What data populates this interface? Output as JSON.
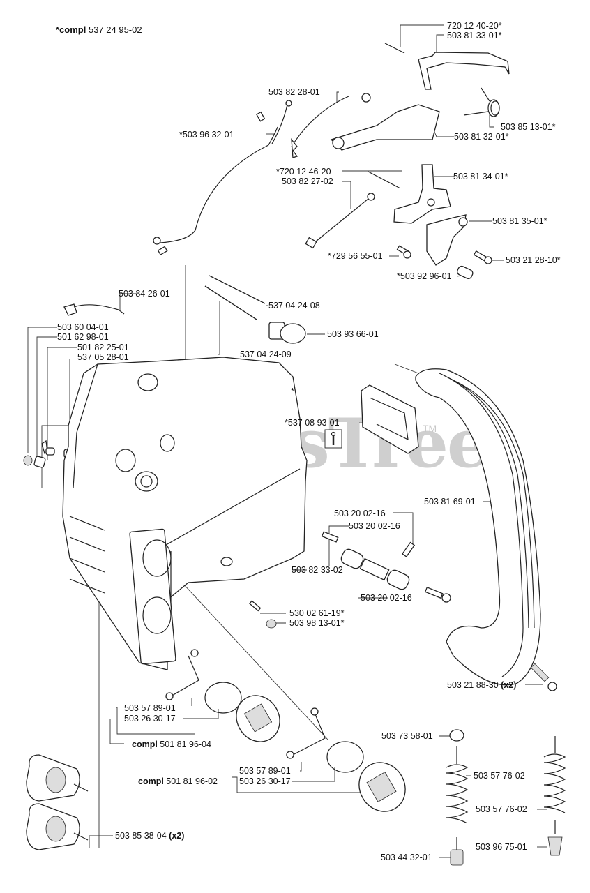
{
  "title": {
    "prefix": "*compl",
    "number": "537 24 95-02"
  },
  "watermark": {
    "text": "PartsTree",
    "trademark": "TM"
  },
  "labels": {
    "p720124020": "720 12 40-20*",
    "p503813301": "503 81 33-01*",
    "p503822801": "503 82 28-01",
    "p503851301": "503 85 13-01*",
    "p503963201": "*503 96 32-01",
    "p503813201": "503 81 32-01*",
    "p720124620": "*720 12 46-20",
    "p503822702": "503 82 27-02",
    "p503813401": "503 81 34-01*",
    "p503813501": "503 81 35-01*",
    "p729565501": "*729 56 55-01",
    "p503212810": "503 21 28-10*",
    "p503929601": "*503 92 96-01",
    "p503842601": "503 84 26-01",
    "p537042408": "537 04 24-08",
    "p503936601": "503 93 66-01",
    "p537042409": "537 04 24-09",
    "p503600401": "503 60 04-01",
    "p501629801": "501 62 98-01",
    "p501822501": "501 82 25-01",
    "p537052801": "537 05 28-01",
    "star": "*",
    "p537089301": "*537 08 93-01",
    "p503816901": "503 81 69-01",
    "p503200216a": "503 20 02-16",
    "p503200216b": "503 20 02-16",
    "p503823302": "503 82 33-02",
    "p503200216c": "503 20 02-16",
    "p530026119": "530 02 61-19*",
    "p503981301": "503 98 13-01*",
    "p503218830": "503 21 88-30",
    "qty_x2_a": "(x2)",
    "p503578901a": "503 57 89-01",
    "p503263017a": "503 26 30-17",
    "compl_a_prefix": "compl",
    "compl_a_number": "501 81 96-04",
    "p503735801": "503 73 58-01",
    "p503578901b": "503 57 89-01",
    "p503263017b": "503 26 30-17",
    "compl_b_prefix": "compl",
    "compl_b_number": "501 81 96-02",
    "p503577602a": "503 57 76-02",
    "p503577602b": "503 57 76-02",
    "p503443201": "503 44 32-01",
    "p503967501": "503 96 75-01",
    "p503853804": "503 85 38-04",
    "qty_x2_b": "(x2)"
  }
}
